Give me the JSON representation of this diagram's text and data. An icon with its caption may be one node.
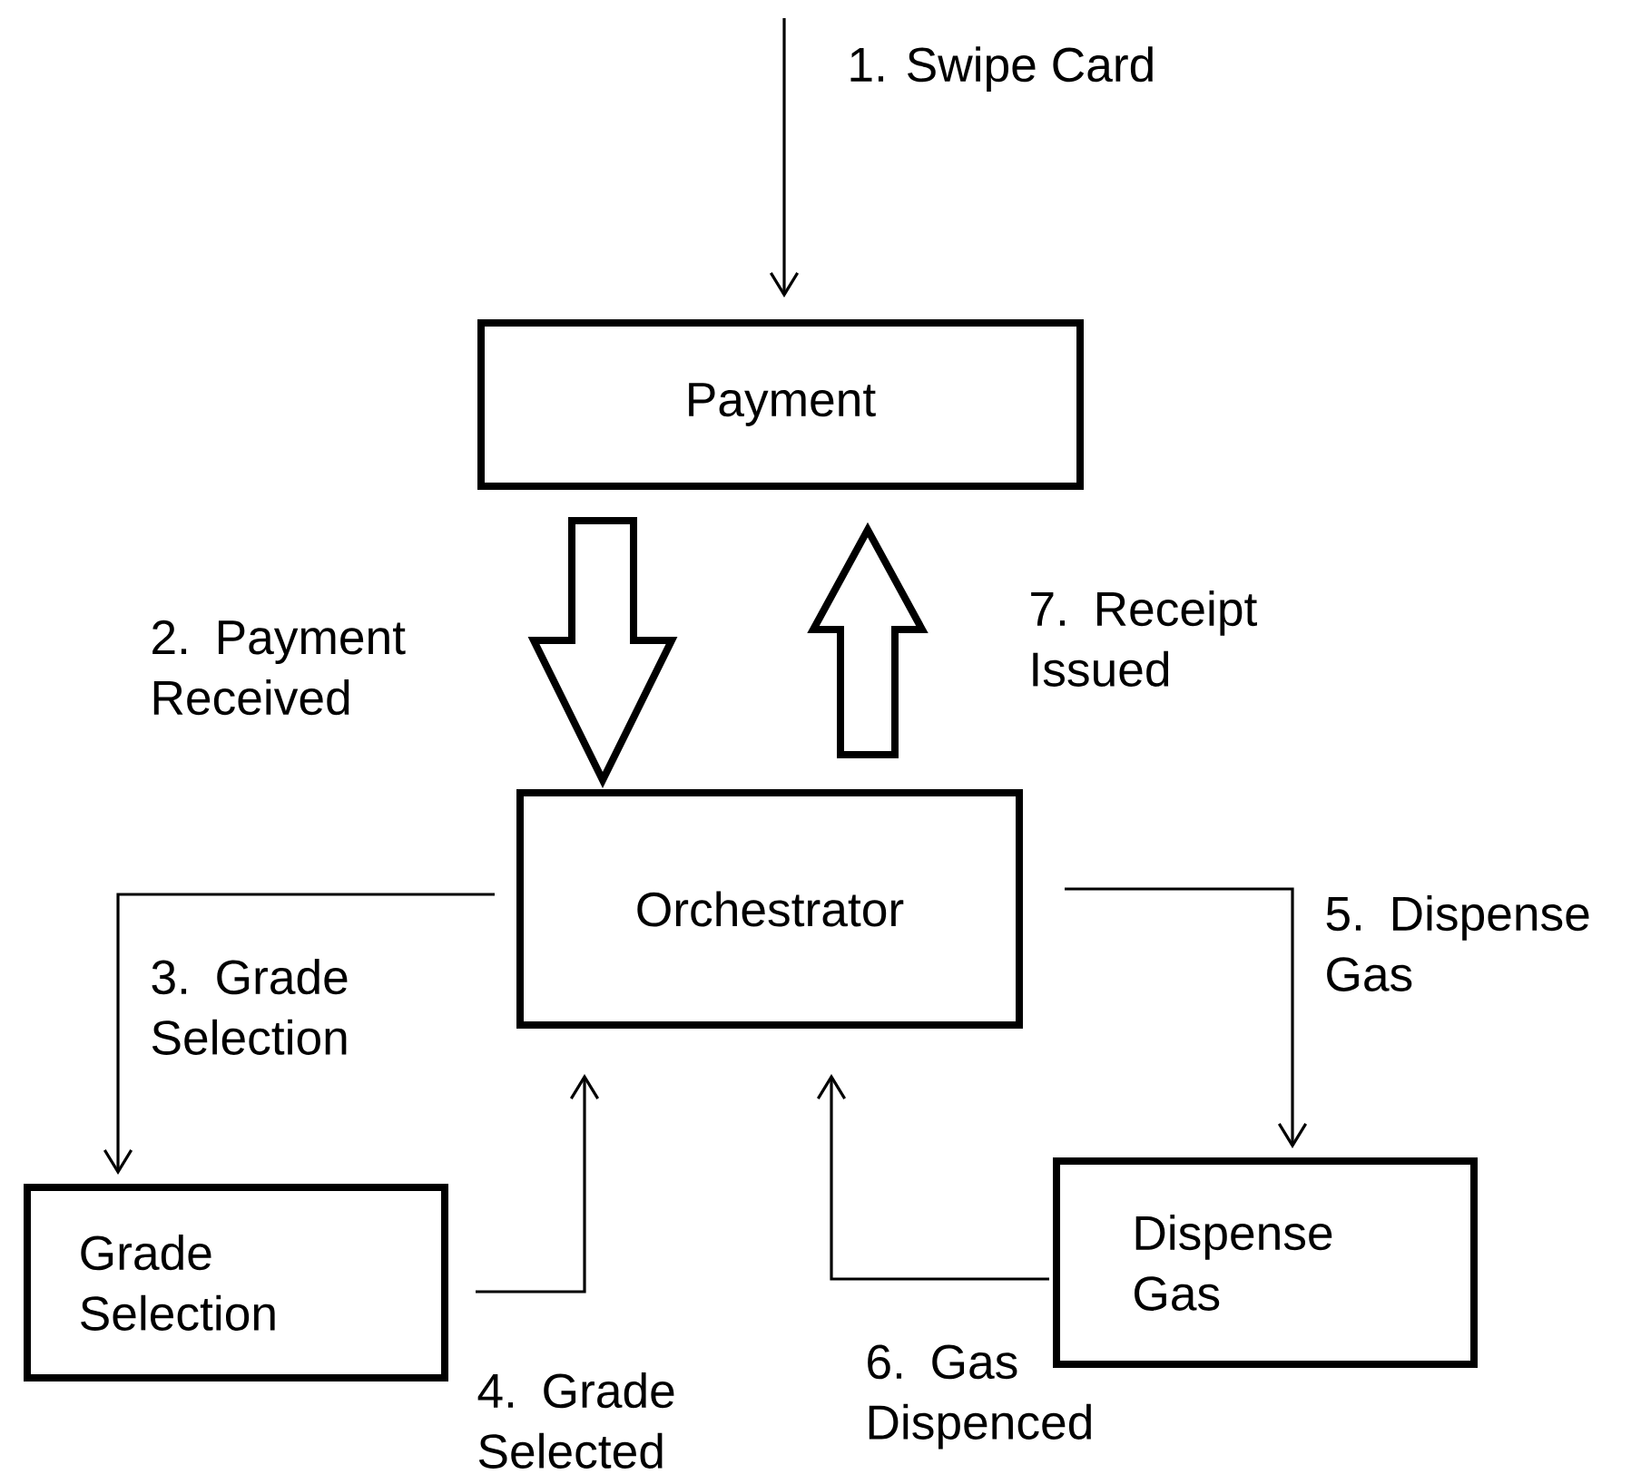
{
  "diagram": {
    "nodes": [
      {
        "text": [
          "Payment"
        ]
      },
      {
        "text": [
          "Orchestrator"
        ]
      },
      {
        "text": [
          "Grade Selection"
        ]
      },
      {
        "text": [
          "Dispense Gas"
        ]
      }
    ],
    "edges": [
      {
        "from": null,
        "to": 0,
        "arrow": "to",
        "label": "1. Swipe Card"
      },
      {
        "from": 0,
        "to": 1,
        "arrow": "to",
        "label": "2. Payment Received",
        "style": "thick"
      },
      {
        "from": 1,
        "to": 2,
        "arrow": "to",
        "label": "3. Grade Selection"
      },
      {
        "from": 2,
        "to": 1,
        "arrow": "to",
        "label": "4. Grade Selected"
      },
      {
        "from": 1,
        "to": 3,
        "arrow": "to",
        "label": "5. Dispense Gas"
      },
      {
        "from": 3,
        "to": 1,
        "arrow": "to",
        "label": "6. Gas Dispenced"
      },
      {
        "from": 1,
        "to": 0,
        "arrow": "to",
        "label": "7. Receipt Issued",
        "style": "thick"
      }
    ]
  }
}
